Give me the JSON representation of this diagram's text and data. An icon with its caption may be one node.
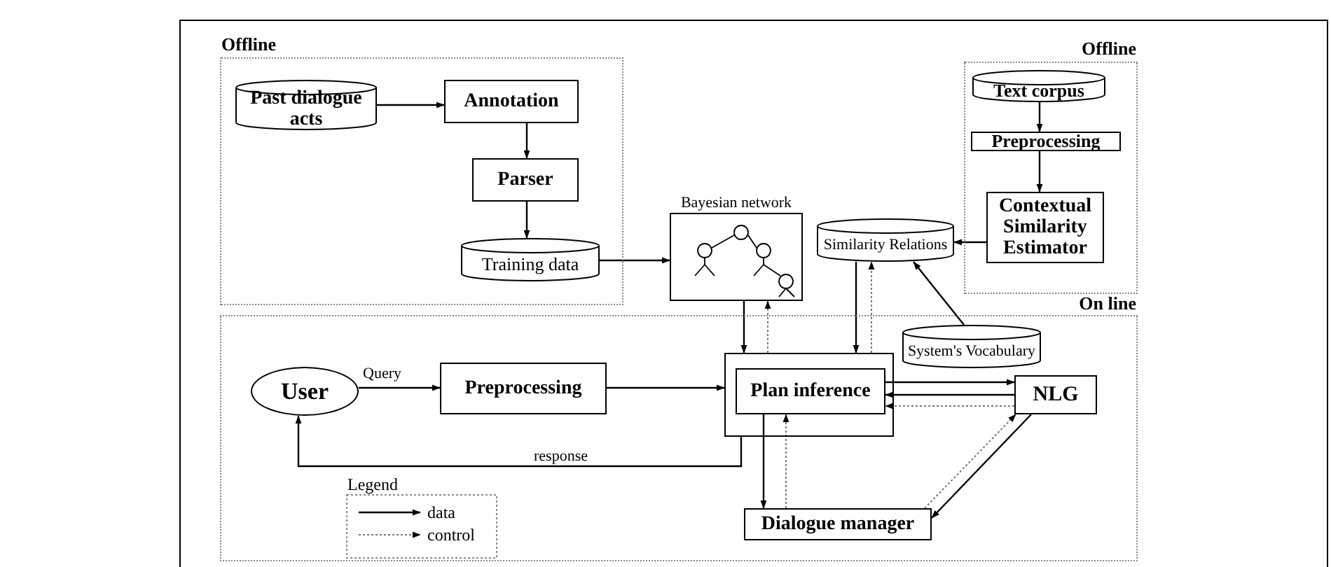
{
  "diagram": {
    "nodes": [
      {
        "text": [
          "Offline"
        ]
      },
      {
        "text": [
          "Past dialogue acts"
        ],
        "in": 0
      },
      {
        "text": [
          "Annotation"
        ],
        "in": 0
      },
      {
        "text": [
          "Parser"
        ],
        "in": 0
      },
      {
        "text": [
          "Training data"
        ],
        "in": 0
      },
      {
        "text": [
          "Bayesian network"
        ]
      },
      {
        "text": [
          "Offline"
        ]
      },
      {
        "text": [
          "Text corpus"
        ],
        "in": 6
      },
      {
        "text": [
          "Preprocessing"
        ],
        "in": 6
      },
      {
        "text": [
          "Contextual Similarity Estimator"
        ],
        "in": 6
      },
      {
        "text": [
          "Similarity Relations"
        ]
      },
      {
        "text": [
          "On line"
        ]
      },
      {
        "text": [
          "User"
        ],
        "in": 11
      },
      {
        "text": [
          "Preprocessing"
        ],
        "in": 11
      },
      {
        "text": [
          "System's Vocabulary"
        ],
        "in": 11
      },
      {
        "text": [],
        "shape": "box",
        "in": 11
      },
      {
        "text": [
          "Plan inference"
        ],
        "in": 15
      },
      {
        "text": [
          "NLG"
        ],
        "in": 11
      },
      {
        "text": [
          "Dialogue manager"
        ],
        "in": 11
      }
    ],
    "edges": [
      {
        "from": 1,
        "to": 2,
        "arrow": "to"
      },
      {
        "from": 2,
        "to": 3,
        "arrow": "to"
      },
      {
        "from": 3,
        "to": 4,
        "arrow": "to"
      },
      {
        "from": 4,
        "to": 5,
        "arrow": "to"
      },
      {
        "from": 7,
        "to": 8,
        "arrow": "to"
      },
      {
        "from": 8,
        "to": 9,
        "arrow": "to"
      },
      {
        "from": 9,
        "to": 10,
        "arrow": "to"
      },
      {
        "from": 14,
        "to": 10,
        "arrow": "to"
      },
      {
        "from": 5,
        "to": 15,
        "arrow": "to"
      },
      {
        "from": 15,
        "to": 5,
        "arrow": "to",
        "style": "dashed",
        "color": "#777777"
      },
      {
        "from": 10,
        "to": 15,
        "arrow": "to"
      },
      {
        "from": 15,
        "to": 10,
        "arrow": "to",
        "style": "dashed",
        "color": "#777777"
      },
      {
        "from": 13,
        "to": 15,
        "arrow": "to"
      },
      {
        "from": 16,
        "to": 17,
        "arrow": "to"
      },
      {
        "from": 17,
        "to": 16,
        "arrow": "to"
      },
      {
        "from": 17,
        "to": 16,
        "arrow": "to",
        "style": "dashed",
        "color": "#777777"
      },
      {
        "from": 15,
        "to": 12,
        "arrow": "to",
        "label": "response"
      },
      {
        "from": 16,
        "to": 18,
        "arrow": "to"
      },
      {
        "from": 18,
        "to": 16,
        "arrow": "to",
        "style": "dashed",
        "color": "#777777"
      },
      {
        "from": 18,
        "to": 17,
        "arrow": "to",
        "style": "dashed",
        "color": "#777777"
      },
      {
        "from": 17,
        "to": 18,
        "arrow": "to"
      },
      {
        "from": 12,
        "to": 13,
        "arrow": "to",
        "label": "Query"
      }
    ],
    "labels": [
      "Legend"
    ],
    "legend": [
      {
        "text": "data"
      },
      {
        "text": "control"
      }
    ]
  }
}
